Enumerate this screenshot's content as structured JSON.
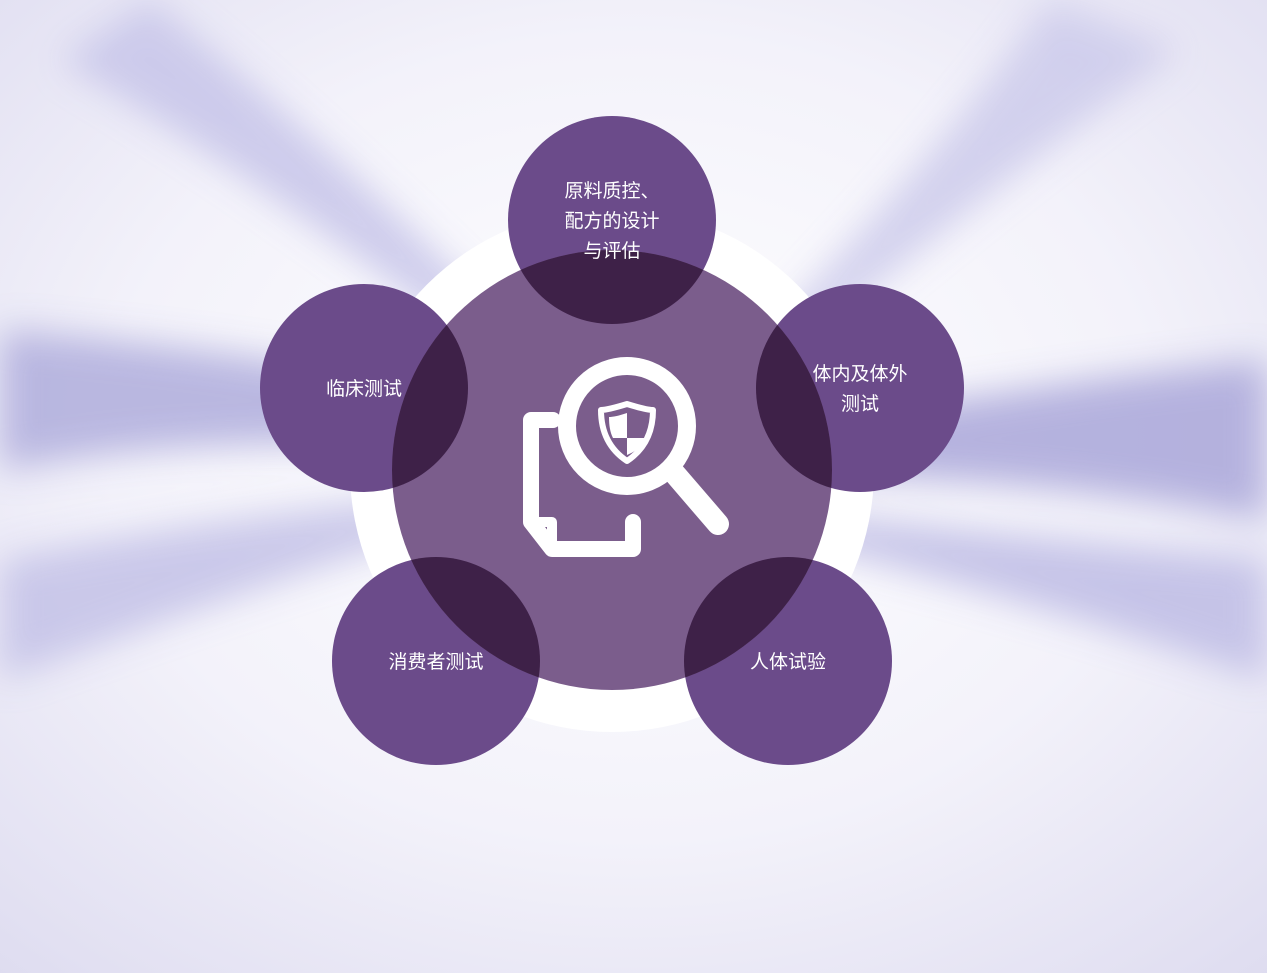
{
  "diagram": {
    "center": {
      "icon": "document-magnifier-shield-icon"
    },
    "nodes": [
      {
        "lines": [
          "原料质控、",
          "配方的设计",
          "与评估"
        ]
      },
      {
        "lines": [
          "体内及体外",
          "测试"
        ]
      },
      {
        "lines": [
          "人体试验"
        ]
      },
      {
        "lines": [
          "消费者测试"
        ]
      },
      {
        "lines": [
          "临床测试"
        ]
      }
    ]
  },
  "colors": {
    "node_fill": "#6b4b8a",
    "overlap_fill": "#3e2148",
    "center_fill": "#7b5d8c",
    "halo": "#ffffff",
    "background": "#f6f6fb"
  }
}
